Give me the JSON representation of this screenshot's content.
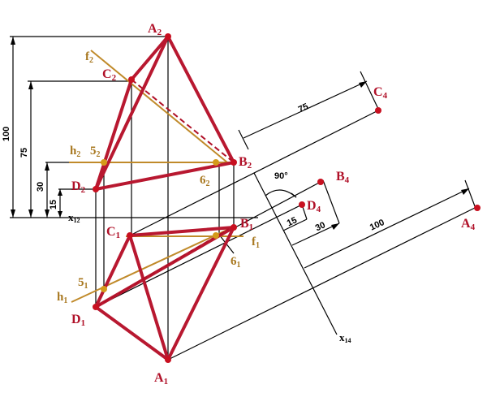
{
  "points": {
    "A2": {
      "name": "A",
      "sub": "2"
    },
    "B2": {
      "name": "B",
      "sub": "2"
    },
    "C2": {
      "name": "C",
      "sub": "2"
    },
    "D2": {
      "name": "D",
      "sub": "2"
    },
    "A1": {
      "name": "A",
      "sub": "1"
    },
    "B1": {
      "name": "B",
      "sub": "1"
    },
    "C1": {
      "name": "C",
      "sub": "1"
    },
    "D1": {
      "name": "D",
      "sub": "1"
    },
    "A4": {
      "name": "A",
      "sub": "4"
    },
    "B4": {
      "name": "B",
      "sub": "4"
    },
    "C4": {
      "name": "C",
      "sub": "4"
    },
    "D4": {
      "name": "D",
      "sub": "4"
    },
    "p52": {
      "name": "5",
      "sub": "2"
    },
    "p62": {
      "name": "6",
      "sub": "2"
    },
    "p51": {
      "name": "5",
      "sub": "1"
    },
    "p61": {
      "name": "6",
      "sub": "1"
    }
  },
  "lines": {
    "f2": {
      "name": "f",
      "sub": "2"
    },
    "h2": {
      "name": "h",
      "sub": "2"
    },
    "f1": {
      "name": "f",
      "sub": "1"
    },
    "h1": {
      "name": "h",
      "sub": "1"
    }
  },
  "axes": {
    "x12": {
      "name": "x",
      "sub": "12"
    },
    "x14": {
      "name": "x",
      "sub": "14"
    }
  },
  "dimensions": {
    "left": [
      "100",
      "75",
      "30",
      "15"
    ],
    "aux": [
      "75",
      "30",
      "15",
      "100"
    ],
    "angle": "90°"
  },
  "colors": {
    "edge": "#b81830",
    "level_line": "#c08a2a",
    "point": "#c81020"
  }
}
